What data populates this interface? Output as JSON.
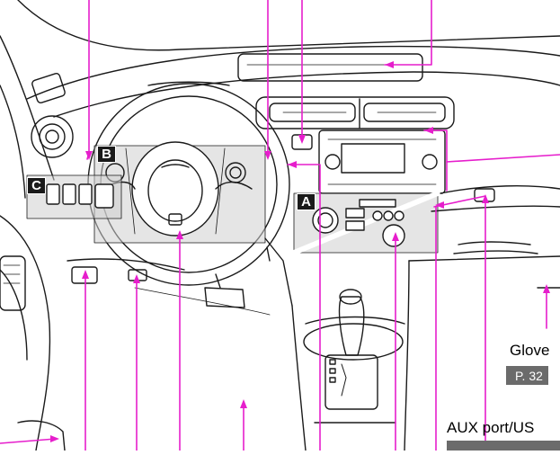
{
  "colors": {
    "callout": "#e61ecc",
    "outline": "#1a1a1a",
    "panel_shade": "#cfcfcf",
    "page_box": "#6b6b6b"
  },
  "section_tags": [
    "A",
    "B",
    "C"
  ],
  "labels": {
    "glove_box": "Glove",
    "glove_box_page": "P. 32",
    "aux_port": "AUX port/US"
  }
}
